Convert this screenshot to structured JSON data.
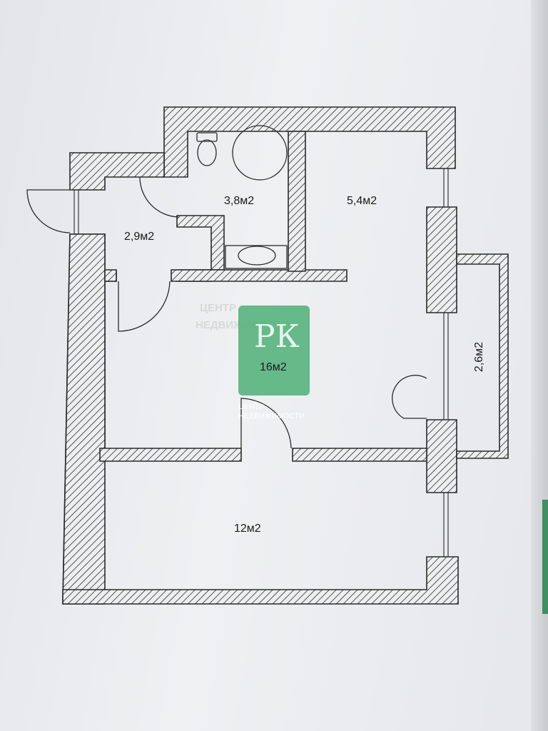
{
  "rooms": [
    {
      "id": "hallway",
      "area": "2,9м2"
    },
    {
      "id": "bathroom",
      "area": "3,8м2"
    },
    {
      "id": "small-room",
      "area": "5,4м2"
    },
    {
      "id": "living-room",
      "area": "16м2"
    },
    {
      "id": "balcony",
      "area": "2,6м2"
    },
    {
      "id": "bedroom",
      "area": "12м2"
    }
  ],
  "watermark": {
    "logo": "РК",
    "line1": "ЦЕНТР",
    "line2": "НЕДВИЖИМОСТИ",
    "faint_line1": "ЦЕНТР",
    "faint_line2": "НЕДВИЖИМОСТИ",
    "color": "#56b27d"
  },
  "colors": {
    "wall_outline": "#2a2a2a",
    "hatch": "#2e2e2e",
    "paper": "#eeeff1"
  }
}
